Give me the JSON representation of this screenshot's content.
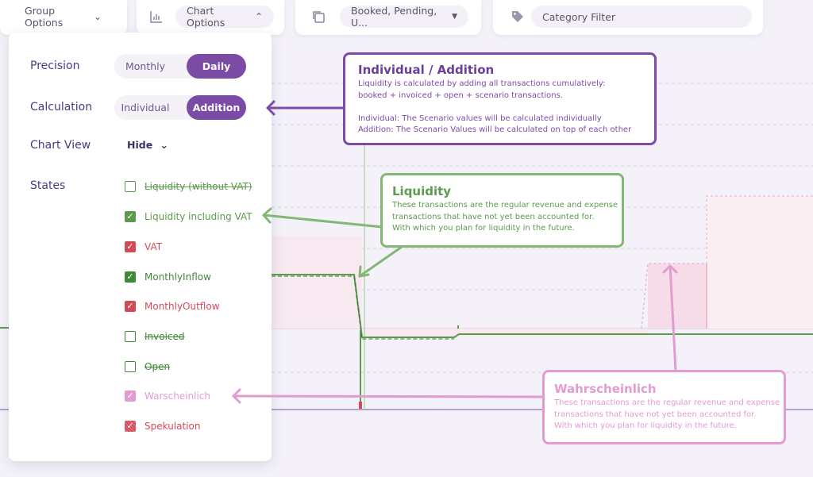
{
  "toolbar": {
    "group_options": "Group Options",
    "chart_options": "Chart Options",
    "status_filter": "Booked, Pending, U...",
    "category_filter": "Category Filter"
  },
  "panel": {
    "precision": {
      "label": "Precision",
      "options": [
        "Monthly",
        "Daily"
      ],
      "selected": "Daily"
    },
    "calculation": {
      "label": "Calculation",
      "options": [
        "Individual",
        "Addition"
      ],
      "selected": "Addition"
    },
    "chart_view": {
      "label": "Chart View",
      "value": "Hide"
    },
    "states": {
      "label": "States",
      "items": [
        {
          "label": "Liquidity (without VAT)",
          "checked": false,
          "color": "#5c9a4e",
          "strike": true
        },
        {
          "label": "Liquidity including VAT",
          "checked": true,
          "color": "#5c9a4e",
          "strike": false
        },
        {
          "label": "VAT",
          "checked": true,
          "color": "#d24b58",
          "strike": false
        },
        {
          "label": "MonthlyInflow",
          "checked": true,
          "color": "#3f8a37",
          "strike": false
        },
        {
          "label": "MonthlyOutflow",
          "checked": true,
          "color": "#d24b58",
          "strike": false
        },
        {
          "label": "Invoiced",
          "checked": false,
          "color": "#3f8a37",
          "strike": true
        },
        {
          "label": "Open",
          "checked": false,
          "color": "#3f8a37",
          "strike": true
        },
        {
          "label": "Warscheinlich",
          "checked": true,
          "color": "#e39bd0",
          "strike": false
        },
        {
          "label": "Spekulation",
          "checked": true,
          "color": "#d24b58",
          "strike": false
        }
      ]
    }
  },
  "callouts": {
    "addition": {
      "title": "Individual / Addition",
      "lines": [
        "Liquidity is calculated by adding all transactions cumulatively:",
        "booked + invoiced + open + scenario transactions.",
        "",
        "Individual: The Scenario values will be calculated individually",
        "Addition: The Scenario Values will be calculated on top of each other"
      ],
      "color": "#7b4ba6"
    },
    "liquidity": {
      "title": "Liquidity",
      "lines": [
        "These transactions are the regular revenue and expense",
        "transactions that have not yet been accounted for.",
        "With which you plan for liquidity in the future."
      ],
      "color": "#82b874"
    },
    "wahrscheinlich": {
      "title": "Wahrscheinlich",
      "lines": [
        "These transactions are the regular revenue and expense",
        "transactions that have not yet been accounted for.",
        "With which you plan for liquidity in the future."
      ],
      "color": "#e39bd0"
    }
  },
  "icons": {
    "chart_options": "bar-chart-icon",
    "status_filter": "copy-icon",
    "category_filter": "tag-icon"
  },
  "colors": {
    "accent": "#7b4ba6",
    "liquidity_green": "#5c9a4e",
    "vat_red": "#d24b58",
    "wahrscheinlich_pink": "#e39bd0"
  }
}
